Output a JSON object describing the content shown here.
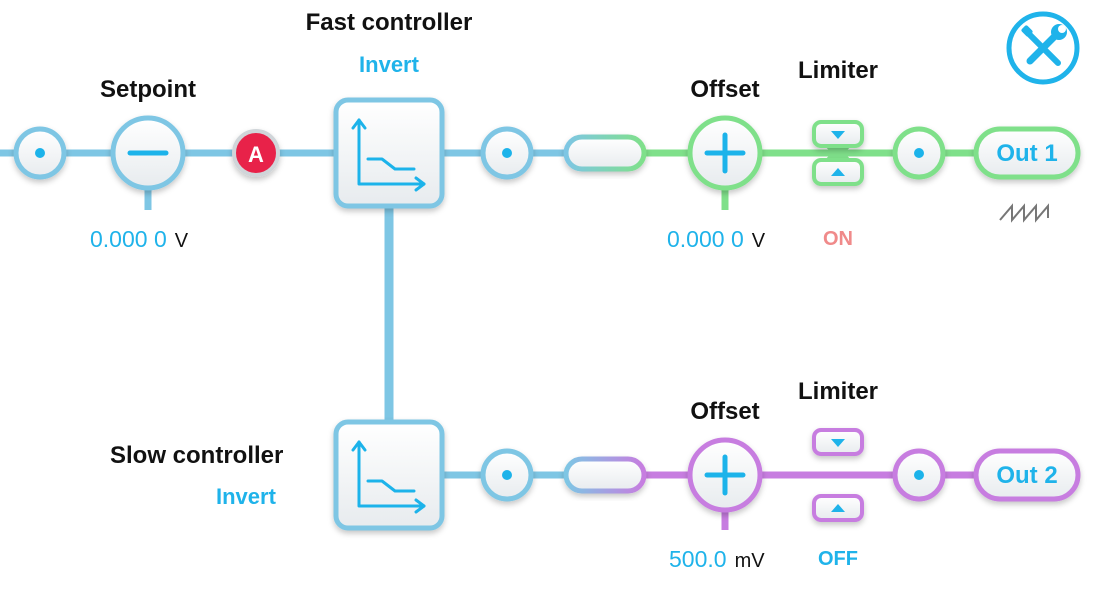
{
  "colors": {
    "blue_wire": "#7ec6e4",
    "green_wire": "#7fe08a",
    "purple_wire": "#c77de0",
    "accent_text": "#1fb3ea",
    "on_state": "#f08a8a",
    "off_state": "#1fb3ea",
    "marker_red": "#e8234a"
  },
  "top": {
    "setpoint": {
      "label": "Setpoint",
      "value": "0.000 0",
      "unit": "V"
    },
    "marker_label": "A",
    "fast_controller": {
      "label": "Fast controller",
      "invert_label": "Invert"
    },
    "offset": {
      "label": "Offset",
      "value": "0.000 0",
      "unit": "V"
    },
    "limiter": {
      "label": "Limiter",
      "state": "ON"
    },
    "output": {
      "label": "Out 1"
    }
  },
  "bottom": {
    "slow_controller": {
      "label": "Slow controller",
      "invert_label": "Invert"
    },
    "offset": {
      "label": "Offset",
      "value": "500.0",
      "unit": "mV"
    },
    "limiter": {
      "label": "Limiter",
      "state": "OFF"
    },
    "output": {
      "label": "Out 2"
    }
  },
  "icons": {
    "settings": "tools-icon",
    "waveform": "sawtooth-wave-icon",
    "controller": "step-response-icon"
  }
}
